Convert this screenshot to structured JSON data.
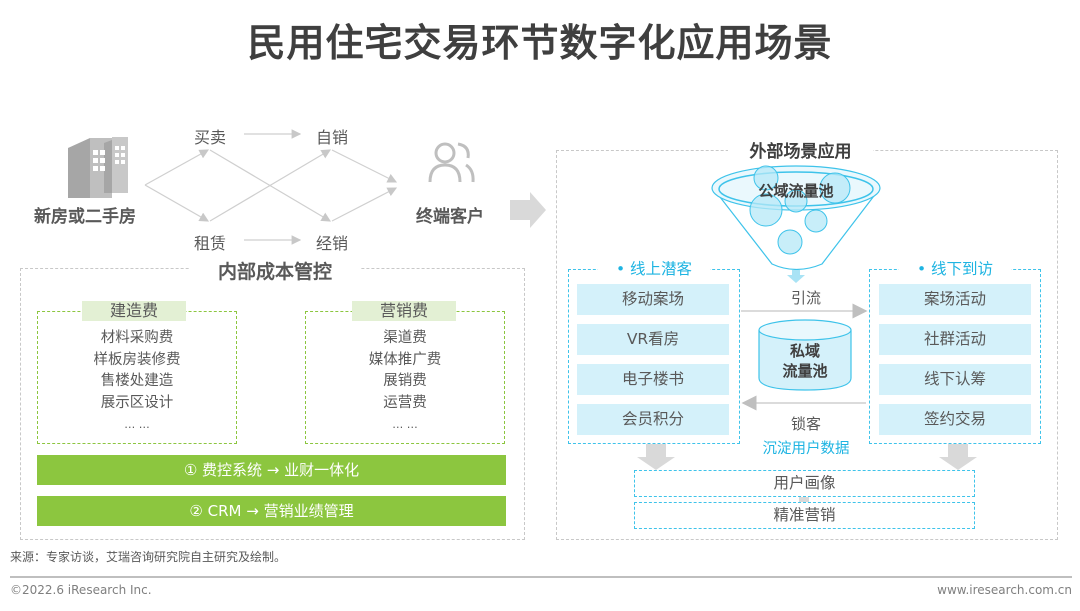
{
  "title": "民用住宅交易环节数字化应用场景",
  "transaction_flow": {
    "source_label": "新房或二手房",
    "source_icon": "building-icon",
    "modes": [
      "买卖",
      "租赁"
    ],
    "channels": [
      "自销",
      "经销"
    ],
    "target_label": "终端客户",
    "target_icon": "users-icon"
  },
  "internal_cost": {
    "title": "内部成本管控",
    "groups": [
      {
        "head": "建造费",
        "items": [
          "材料采购费",
          "样板房装修费",
          "售楼处建造",
          "展示区设计",
          "… …"
        ]
      },
      {
        "head": "营销费",
        "items": [
          "渠道费",
          "媒体推广费",
          "展销费",
          "运营费",
          "… …"
        ]
      }
    ],
    "systems": [
      "① 费控系统 → 业财一体化",
      "② CRM → 营销业绩管理"
    ]
  },
  "external_scene": {
    "title": "外部场景应用",
    "public_pool": "公域流量池",
    "online": {
      "head": "•  线上潜客",
      "items": [
        "移动案场",
        "VR看房",
        "电子楼书",
        "会员积分"
      ]
    },
    "offline": {
      "head": "•  线下到访",
      "items": [
        "案场活动",
        "社群活动",
        "线下认筹",
        "签约交易"
      ]
    },
    "attract_label": "引流",
    "private_pool": [
      "私域",
      "流量池"
    ],
    "lock_label": "锁客",
    "data_label": "沉淀用户数据",
    "outputs": [
      "用户画像",
      "精准营销"
    ]
  },
  "colors": {
    "green": "#8cc63f",
    "green_light": "#e3f0d4",
    "blue": "#3ec3ea",
    "blue_light": "#d4f1fa",
    "blue_text": "#1eb4e2",
    "gray_arrow": "#d9d9d9"
  },
  "source_note": "来源：专家访谈，艾瑞咨询研究院自主研究及绘制。",
  "footer": {
    "copyright": "©2022.6 iResearch Inc.",
    "website": "www.iresearch.com.cn"
  }
}
